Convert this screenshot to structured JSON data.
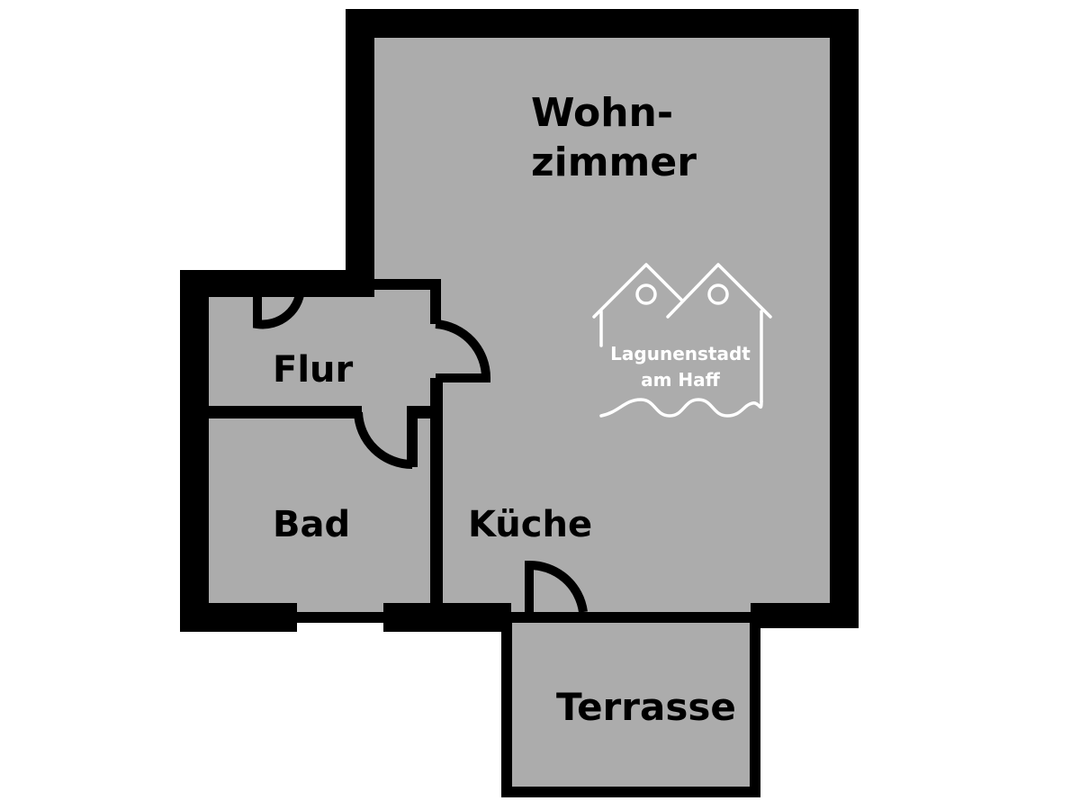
{
  "colors": {
    "wall": "#000000",
    "floor": "#acacac",
    "background": "#ffffff",
    "logo": "#ffffff"
  },
  "rooms": {
    "wohnzimmer": {
      "line1": "Wohn-",
      "line2": "zimmer"
    },
    "flur": {
      "label": "Flur"
    },
    "bad": {
      "label": "Bad"
    },
    "kueche": {
      "label": "Küche"
    },
    "terrasse": {
      "label": "Terrasse"
    }
  },
  "logo": {
    "icon": "two-houses-waves-icon",
    "line1": "Lagunenstadt",
    "line2": "am Haff"
  }
}
